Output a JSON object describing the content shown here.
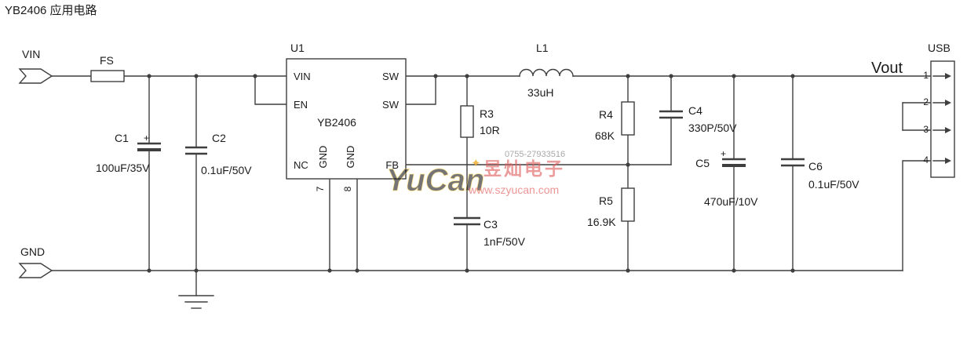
{
  "title": "YB2406 应用电路",
  "labels": {
    "vin": "VIN",
    "gnd": "GND",
    "vout": "Vout",
    "usb": "USB",
    "fs": "FS",
    "plus": "+"
  },
  "ic": {
    "ref": "U1",
    "part": "YB2406",
    "pins": {
      "vin": "VIN",
      "en": "EN",
      "nc": "NC",
      "sw1": "SW",
      "sw2": "SW",
      "fb": "FB",
      "gnd7": "GND",
      "gnd8": "GND",
      "num7": "7",
      "num8": "8"
    }
  },
  "components": {
    "c1": {
      "ref": "C1",
      "value": "100uF/35V"
    },
    "c2": {
      "ref": "C2",
      "value": "0.1uF/50V"
    },
    "c3": {
      "ref": "C3",
      "value": "1nF/50V"
    },
    "c4": {
      "ref": "C4",
      "value": "330P/50V"
    },
    "c5": {
      "ref": "C5",
      "value": "470uF/10V"
    },
    "c6": {
      "ref": "C6",
      "value": "0.1uF/50V"
    },
    "l1": {
      "ref": "L1",
      "value": "33uH"
    },
    "r3": {
      "ref": "R3",
      "value": "10R"
    },
    "r4": {
      "ref": "R4",
      "value": "68K"
    },
    "r5": {
      "ref": "R5",
      "value": "16.9K"
    }
  },
  "usb_pins": [
    "1",
    "2",
    "3",
    "4"
  ],
  "watermark": {
    "brand": "YuCan",
    "star": "✦",
    "company": "昱灿电子",
    "phone": "0755-27933516",
    "website": "www.szyucan.com"
  },
  "colors": {
    "title_blue": "#0000d0",
    "wire": "#3f3f3f"
  }
}
